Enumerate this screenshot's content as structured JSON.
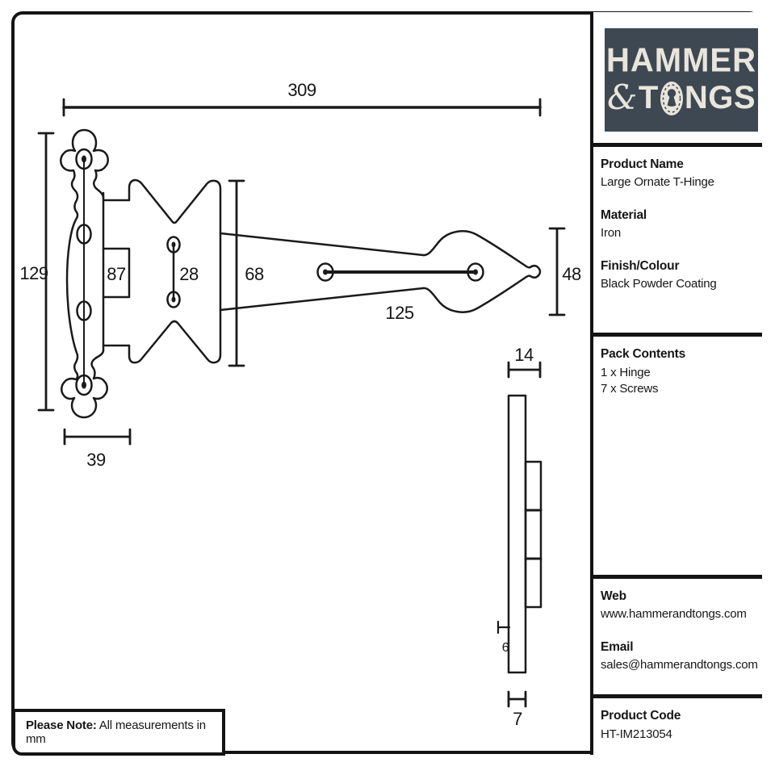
{
  "logo": {
    "line1": "HAMMER",
    "ampersand": "&",
    "line2_before_o": "T",
    "line2_after_o": "NGS"
  },
  "sidebar": {
    "product_name": {
      "label": "Product Name",
      "value": "Large Ornate T-Hinge"
    },
    "material": {
      "label": "Material",
      "value": "Iron"
    },
    "finish": {
      "label": "Finish/Colour",
      "value": "Black Powder Coating"
    },
    "pack_contents": {
      "label": "Pack Contents",
      "items": [
        "1 x Hinge",
        "7 x Screws"
      ]
    },
    "web": {
      "label": "Web",
      "value": "www.hammerandtongs.com"
    },
    "email": {
      "label": "Email",
      "value": "sales@hammerandtongs.com"
    },
    "product_code": {
      "label": "Product Code",
      "value": "HT-IM213054"
    }
  },
  "note": {
    "label": "Please Note:",
    "text": " All measurements in mm"
  },
  "drawing": {
    "units": "mm",
    "dims": {
      "overall_length": "309",
      "plate_height": "129",
      "plate_width": "39",
      "strap_box": "87",
      "plate_hole_spacing": "28",
      "plate_span": "68",
      "tip_width": "48",
      "arm_hole_spacing": "125",
      "side_overall_width": "14",
      "side_strap_width": "7",
      "side_thickness": "6"
    }
  },
  "colors": {
    "ink": "#161616",
    "logo_panel": "#3d4853",
    "logo_text": "#e9e5da"
  }
}
